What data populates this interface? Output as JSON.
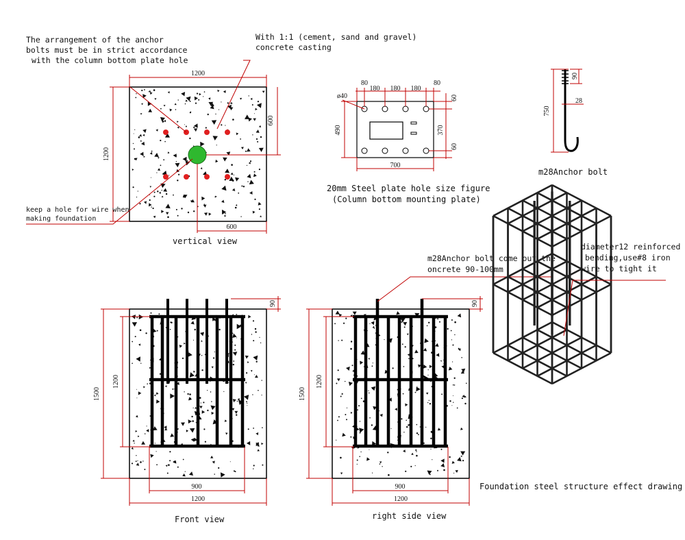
{
  "notes": {
    "anchor_arrangement": [
      "The arrangement of the anchor",
      "bolts must be in strict accordance",
      "with the column bottom plate hole"
    ],
    "concrete_casting": [
      "With 1:1 (cement, sand and gravel)",
      "concrete casting"
    ],
    "wire_hole": [
      "keep a hole for wire when",
      "making foundation"
    ],
    "bolt_protrusion": [
      "m28Anchor bolt come out the",
      "oncrete 90-100mm"
    ],
    "reinforcement": [
      "diameter12 reinforced",
      "bending,use#8 iron",
      "wire to tight it"
    ]
  },
  "captions": {
    "vertical_view": "vertical view",
    "plate": [
      "20mm Steel plate hole size figure",
      "(Column bottom mounting plate)"
    ],
    "anchor_bolt": "m28Anchor bolt",
    "front_view": "Front view",
    "side_view": "right side view",
    "effect_drawing": "Foundation steel structure effect drawing"
  },
  "dimensions": {
    "top_width": "1200",
    "top_height": "1200",
    "top_half_v": "600",
    "top_half_h": "600",
    "plate_edge_left": "80",
    "plate_edge_right": "80",
    "plate_pitch_1": "180",
    "plate_pitch_2": "180",
    "plate_pitch_3": "180",
    "plate_hole": "ø40",
    "plate_height": "490",
    "plate_width": "700",
    "plate_top_edge": "60",
    "plate_hole_span": "370",
    "plate_bottom_edge": "60",
    "bolt_thread": "90",
    "bolt_diameter": "28",
    "bolt_length": "750",
    "front_protrusion": "90",
    "front_height": "1500",
    "front_cage_height": "1200",
    "front_cage_width": "900",
    "front_width": "1200",
    "side_protrusion": "90",
    "side_height": "1500",
    "side_cage_height": "1200",
    "side_cage_width": "900",
    "side_width": "1200"
  },
  "colors": {
    "leader_line": "#c00000",
    "anchor_hole": "#e02020",
    "wire_hole": "#2fb82f",
    "concrete_outline": "#000000"
  }
}
